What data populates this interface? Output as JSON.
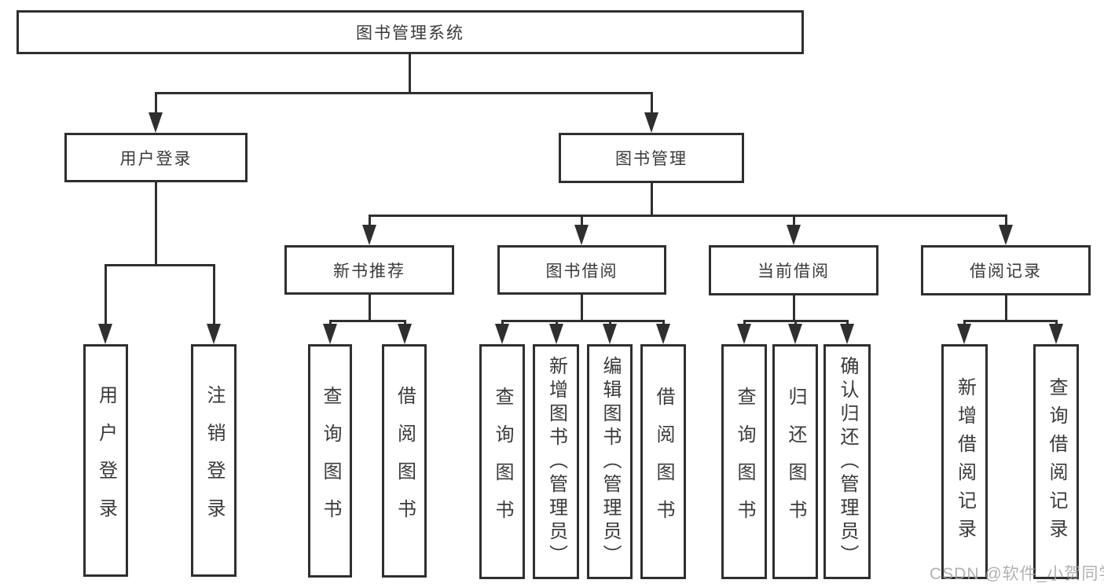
{
  "tree": {
    "root": {
      "label": "图书管理系统",
      "children": [
        {
          "label": "用户登录",
          "children": [
            {
              "label": "用户登录"
            },
            {
              "label": "注销登录"
            }
          ]
        },
        {
          "label": "图书管理",
          "children": [
            {
              "label": "新书推荐",
              "children": [
                {
                  "label": "查询图书"
                },
                {
                  "label": "借阅图书"
                }
              ]
            },
            {
              "label": "图书借阅",
              "children": [
                {
                  "label": "查询图书"
                },
                {
                  "label": "新增图书（管理员）"
                },
                {
                  "label": "编辑图书（管理员）"
                },
                {
                  "label": "借阅图书"
                }
              ]
            },
            {
              "label": "当前借阅",
              "children": [
                {
                  "label": "查询图书"
                },
                {
                  "label": "归还图书"
                },
                {
                  "label": "确认归还（管理员）"
                }
              ]
            },
            {
              "label": "借阅记录",
              "children": [
                {
                  "label": "新增借阅记录"
                },
                {
                  "label": "查询借阅记录"
                }
              ]
            }
          ]
        }
      ]
    }
  },
  "watermark": {
    "text": "CSDN @软件_小贺同学",
    "color": "#a4a4a4"
  },
  "colors": {
    "line": "#2f2f2f",
    "text": "#3a3a3a",
    "background": "#ffffff"
  }
}
